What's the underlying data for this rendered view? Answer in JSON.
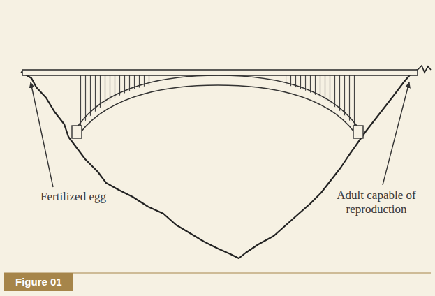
{
  "diagram": {
    "caption": "Figure 01",
    "labels": [
      "Fertilized egg",
      "Adult capable of reproduction"
    ]
  }
}
